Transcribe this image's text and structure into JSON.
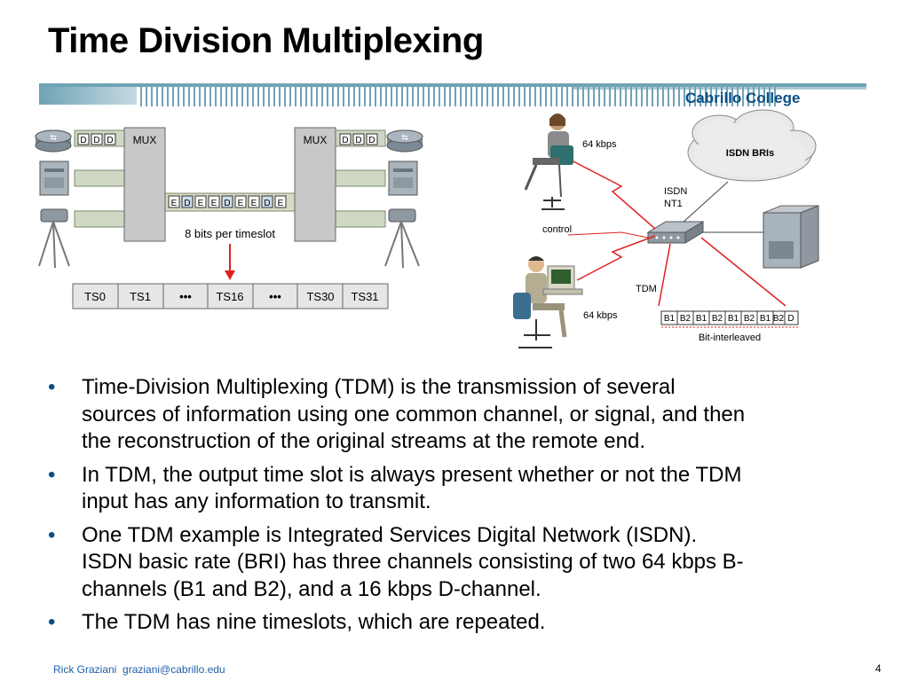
{
  "slide": {
    "title": "Time Division Multiplexing",
    "college": "Cabrillo College",
    "page_number": "4",
    "footer": {
      "author": "Rick Graziani",
      "email": "graziani@cabrillo.edu"
    }
  },
  "left_diagram": {
    "mux_label": "MUX",
    "caption": "8 bits per timeslot",
    "frame_letter_d": "D",
    "frame_letter_e": "E",
    "timeslots": [
      "TS0",
      "TS1",
      "•••",
      "TS16",
      "•••",
      "TS30",
      "TS31"
    ]
  },
  "right_diagram": {
    "cloud_label": "ISDN BRIs",
    "rate_top": "64 kbps",
    "rate_bottom": "64 kbps",
    "nt1_line1": "ISDN",
    "nt1_line2": "NT1",
    "control_label": "control",
    "tdm_label": "TDM",
    "frame": [
      "B1",
      "B2",
      "B1",
      "B2",
      "B1",
      "B2",
      "B1",
      "B2",
      "D"
    ],
    "frame_caption": "Bit-interleaved"
  },
  "bullets": [
    {
      "lines": [
        "Time-Division Multiplexing (TDM) is the transmission of several",
        "sources of information using one common channel, or signal, and then",
        "the reconstruction of the original streams at the remote end."
      ]
    },
    {
      "lines": [
        "In TDM, the output time slot is always present whether or not the TDM",
        "input has any information to transmit."
      ]
    },
    {
      "lines": [
        "One TDM example is Integrated Services Digital Network (ISDN).",
        "ISDN basic rate (BRI) has three channels consisting of two 64 kbps B-",
        "channels (B1 and B2), and a 16 kbps D-channel."
      ]
    },
    {
      "lines": [
        "The TDM has nine timeslots, which are repeated."
      ]
    }
  ],
  "colors": {
    "accent": "#0a4f87",
    "band": "#6fa3b5",
    "footer": "#1f5fa8",
    "signal": "#e02020"
  }
}
